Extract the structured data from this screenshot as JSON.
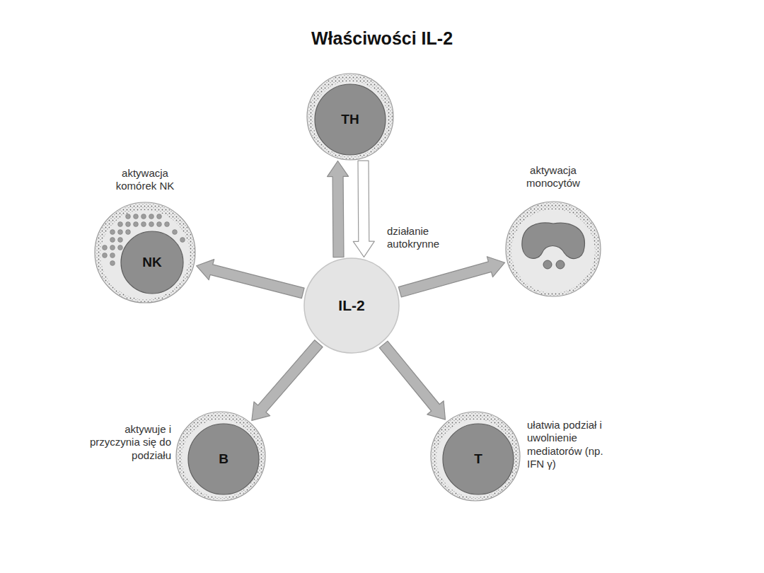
{
  "diagram": {
    "title": "Właściwości IL-2",
    "nodes": [
      {
        "text": [
          "TH"
        ]
      },
      {
        "text": [
          "aktywacja komórek NK",
          "NK"
        ]
      },
      {
        "text": [
          "aktywacja monocytów"
        ]
      },
      {
        "text": [
          "IL-2"
        ]
      },
      {
        "text": [
          "aktywuje i przyczynia się do podziału",
          "B"
        ]
      },
      {
        "text": [
          "ułatwia podział i uwolnienie mediatorów (np. IFN γ)",
          "T"
        ]
      }
    ],
    "edges": [
      {
        "from": 0,
        "to": 3,
        "arrow": "to"
      },
      {
        "from": 3,
        "to": 0,
        "label": "działanie autokrynne",
        "arrow": "to"
      },
      {
        "from": 3,
        "to": 1,
        "arrow": "to"
      },
      {
        "from": 3,
        "to": 2,
        "arrow": "to"
      },
      {
        "from": 3,
        "to": 4,
        "arrow": "to"
      },
      {
        "from": 3,
        "to": 5,
        "arrow": "to"
      }
    ]
  }
}
